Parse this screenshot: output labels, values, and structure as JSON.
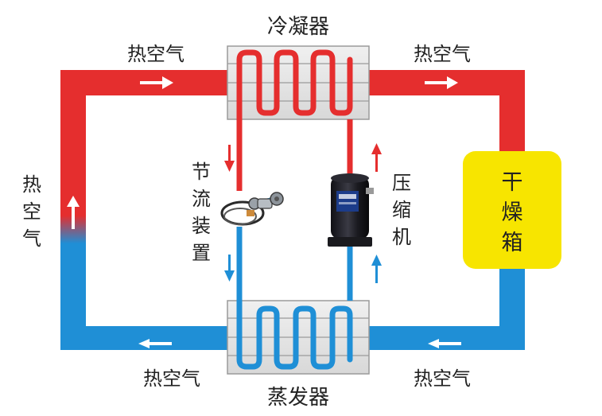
{
  "labels": {
    "condenser": "冷凝器",
    "evaporator": "蒸发器",
    "hot_air_top_left": "热空气",
    "hot_air_top_right": "热空气",
    "hot_air_bottom_left": "热空气",
    "hot_air_bottom_right": "热空气",
    "hot_air_left_side": [
      "热",
      "空",
      "气"
    ],
    "throttle": [
      "节",
      "流",
      "装",
      "置"
    ],
    "compressor": [
      "压",
      "缩",
      "机"
    ],
    "dryer": [
      "干",
      "燥",
      "箱"
    ]
  },
  "colors": {
    "hot_pipe": "#e52e2e",
    "cold_pipe": "#1f8fd6",
    "dryer_fill": "#f7e500",
    "coil_box": "#e6e6e6",
    "arrow_on_pipe": "#ffffff"
  }
}
